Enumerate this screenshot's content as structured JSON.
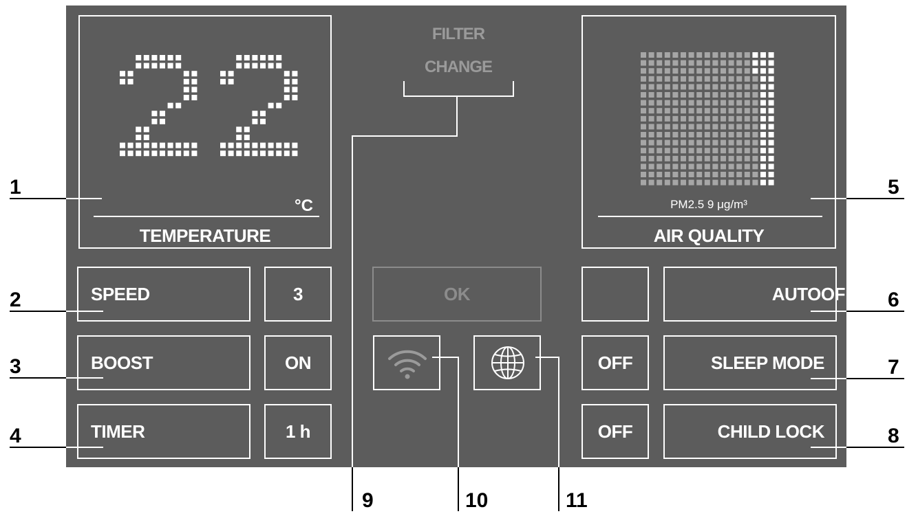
{
  "display": {
    "temperature": {
      "digits": [
        "2",
        "2"
      ],
      "unit": "°C",
      "label": "TEMPERATURE"
    },
    "air_quality": {
      "reading": "PM2.5 9 μg/m³",
      "label": "AIR QUALITY"
    },
    "filter": {
      "line1": "FILTER",
      "line2": "CHANGE"
    }
  },
  "controls": {
    "speed": {
      "label": "SPEED",
      "value": "3"
    },
    "boost": {
      "label": "BOOST",
      "value": "ON"
    },
    "timer": {
      "label": "TIMER",
      "value": "1 h"
    },
    "ok": {
      "label": "OK"
    },
    "auto": {
      "label": "AUTOOF",
      "value": ""
    },
    "sleep": {
      "label": "SLEEP MODE",
      "value": "OFF"
    },
    "child_lock": {
      "label": "CHILD LOCK",
      "value": "OFF"
    }
  },
  "icons": {
    "wifi": "wifi-icon",
    "globe": "globe-icon"
  },
  "callouts": [
    "1",
    "2",
    "3",
    "4",
    "5",
    "6",
    "7",
    "8",
    "9",
    "10",
    "11"
  ],
  "colors": {
    "panel": "#5c5c5c",
    "line": "#ffffff",
    "dim": "#9a9a9a",
    "dot_dim": "#a6a6a6"
  }
}
